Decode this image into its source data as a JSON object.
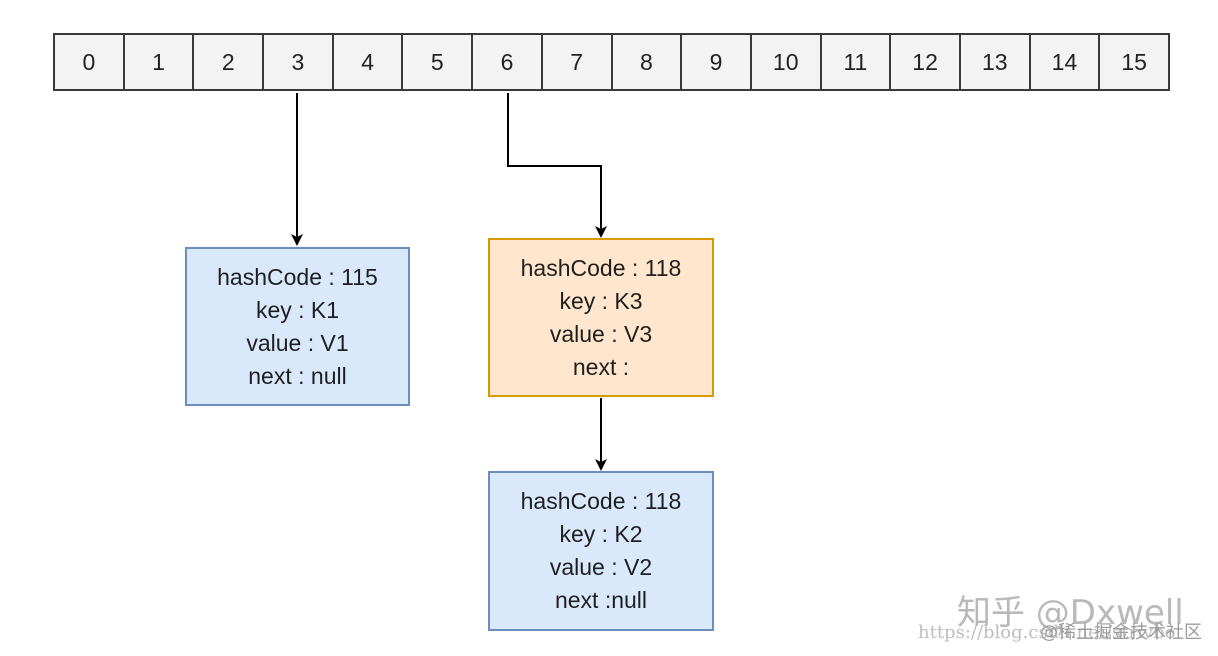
{
  "array": {
    "cells": [
      "0",
      "1",
      "2",
      "3",
      "4",
      "5",
      "6",
      "7",
      "8",
      "9",
      "10",
      "11",
      "12",
      "13",
      "14",
      "15"
    ]
  },
  "nodes": {
    "k1": {
      "hashcode": "hashCode : 115",
      "key": "key : K1",
      "value": "value : V1",
      "next": "next : null"
    },
    "k3": {
      "hashcode": "hashCode : 118",
      "key": "key : K3",
      "value": "value : V3",
      "next": "next :"
    },
    "k2": {
      "hashcode": "hashCode : 118",
      "key": "key : K2",
      "value": "value : V2",
      "next": "next :null"
    }
  },
  "colors": {
    "node_blue_fill": "#dae8fc",
    "node_blue_border": "#6c8ebf",
    "node_orange_fill": "#ffe6cc",
    "node_orange_border": "#d79b00",
    "array_fill": "#f3f3f3",
    "arrow": "#000000"
  },
  "watermark": {
    "main": "知乎 @Dxwell",
    "url": "https://blog.csdn.net/strivbo",
    "sub": "@稀土掘金技术社区"
  }
}
